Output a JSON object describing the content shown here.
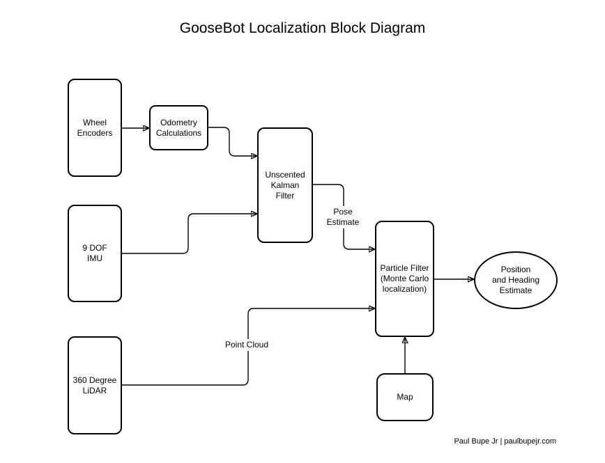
{
  "title": "GooseBot Localization Block Diagram",
  "nodes": {
    "wheel_encoders": {
      "label": "Wheel\nEncoders",
      "shape": "rounded-rect"
    },
    "odometry": {
      "label": "Odometry\nCalculations",
      "shape": "rounded-rect"
    },
    "ukf": {
      "label": "Unscented\nKalman\nFilter",
      "shape": "rounded-rect"
    },
    "imu": {
      "label": "9 DOF\nIMU",
      "shape": "rounded-rect"
    },
    "lidar": {
      "label": "360 Degree\nLiDAR",
      "shape": "rounded-rect"
    },
    "particle_filter": {
      "label": "Particle Filter\n(Monte Carlo\nlocalization)",
      "shape": "rounded-rect"
    },
    "map": {
      "label": "Map",
      "shape": "rounded-rect"
    },
    "output": {
      "label": "Position\nand Heading\nEstimate",
      "shape": "ellipse"
    }
  },
  "wire_labels": {
    "pose_estimate": "Pose\nEstimate",
    "point_cloud": "Point Cloud"
  },
  "edges": [
    {
      "from": "wheel_encoders",
      "to": "odometry",
      "label": ""
    },
    {
      "from": "odometry",
      "to": "ukf",
      "label": ""
    },
    {
      "from": "imu",
      "to": "ukf",
      "label": ""
    },
    {
      "from": "ukf",
      "to": "particle_filter",
      "label": "Pose Estimate"
    },
    {
      "from": "lidar",
      "to": "particle_filter",
      "label": "Point Cloud"
    },
    {
      "from": "map",
      "to": "particle_filter",
      "label": ""
    },
    {
      "from": "particle_filter",
      "to": "output",
      "label": ""
    }
  ],
  "footer": "Paul Bupe Jr | paulbupejr.com",
  "colors": {
    "line": "#000000",
    "text": "#000000",
    "background": "#ffffff"
  }
}
